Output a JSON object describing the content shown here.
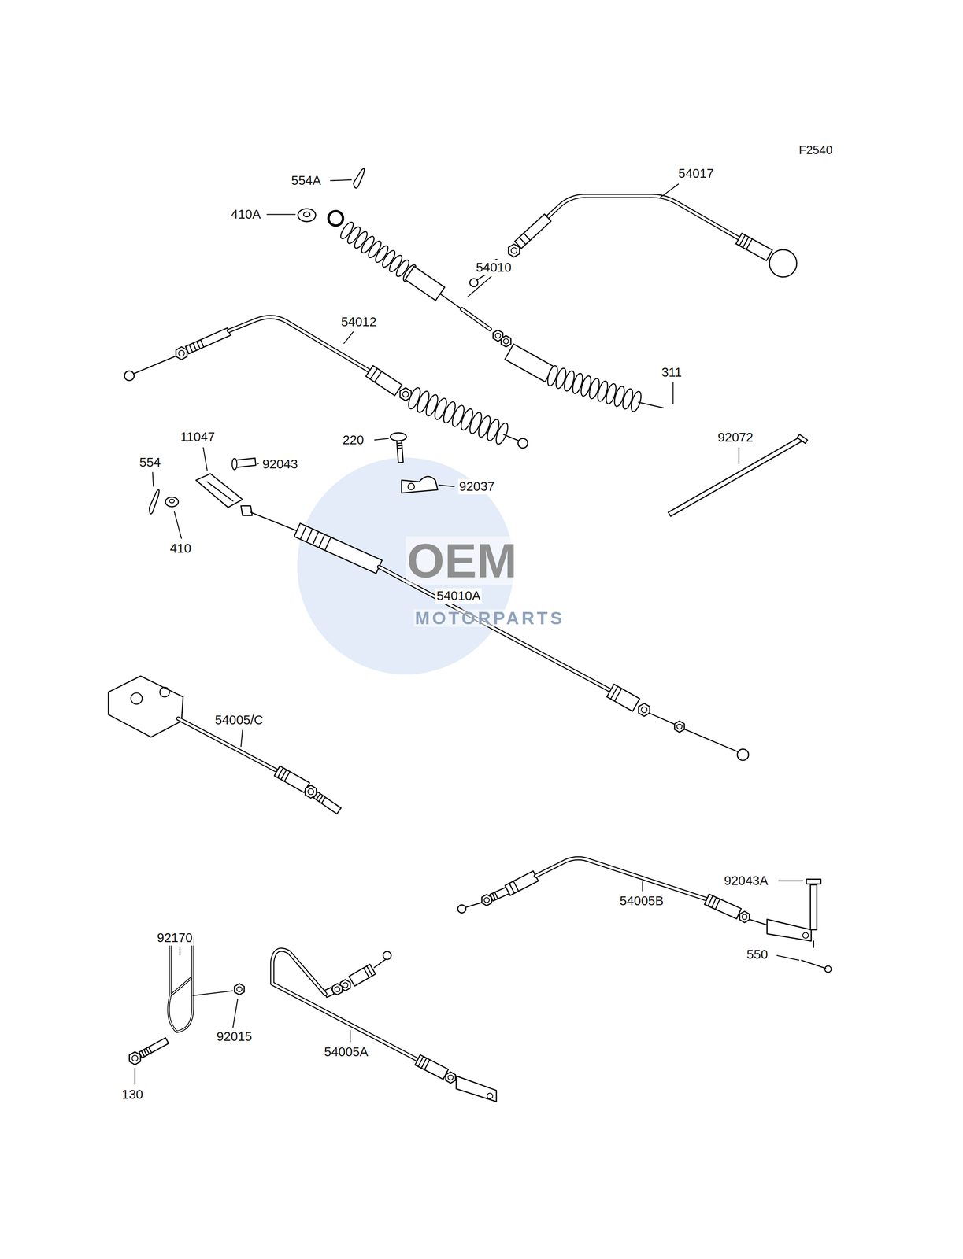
{
  "diagram": {
    "labels": [
      "F2540",
      "54017",
      "554A",
      "410A",
      "54010",
      "54012",
      "311",
      "92072",
      "220",
      "11047",
      "92043",
      "554",
      "92037",
      "410",
      "54010A",
      "54005/C",
      "92043A",
      "54005B",
      "550",
      "92170",
      "92015",
      "54005A",
      "130",
      "OEM",
      "MOTORPARTS"
    ]
  }
}
